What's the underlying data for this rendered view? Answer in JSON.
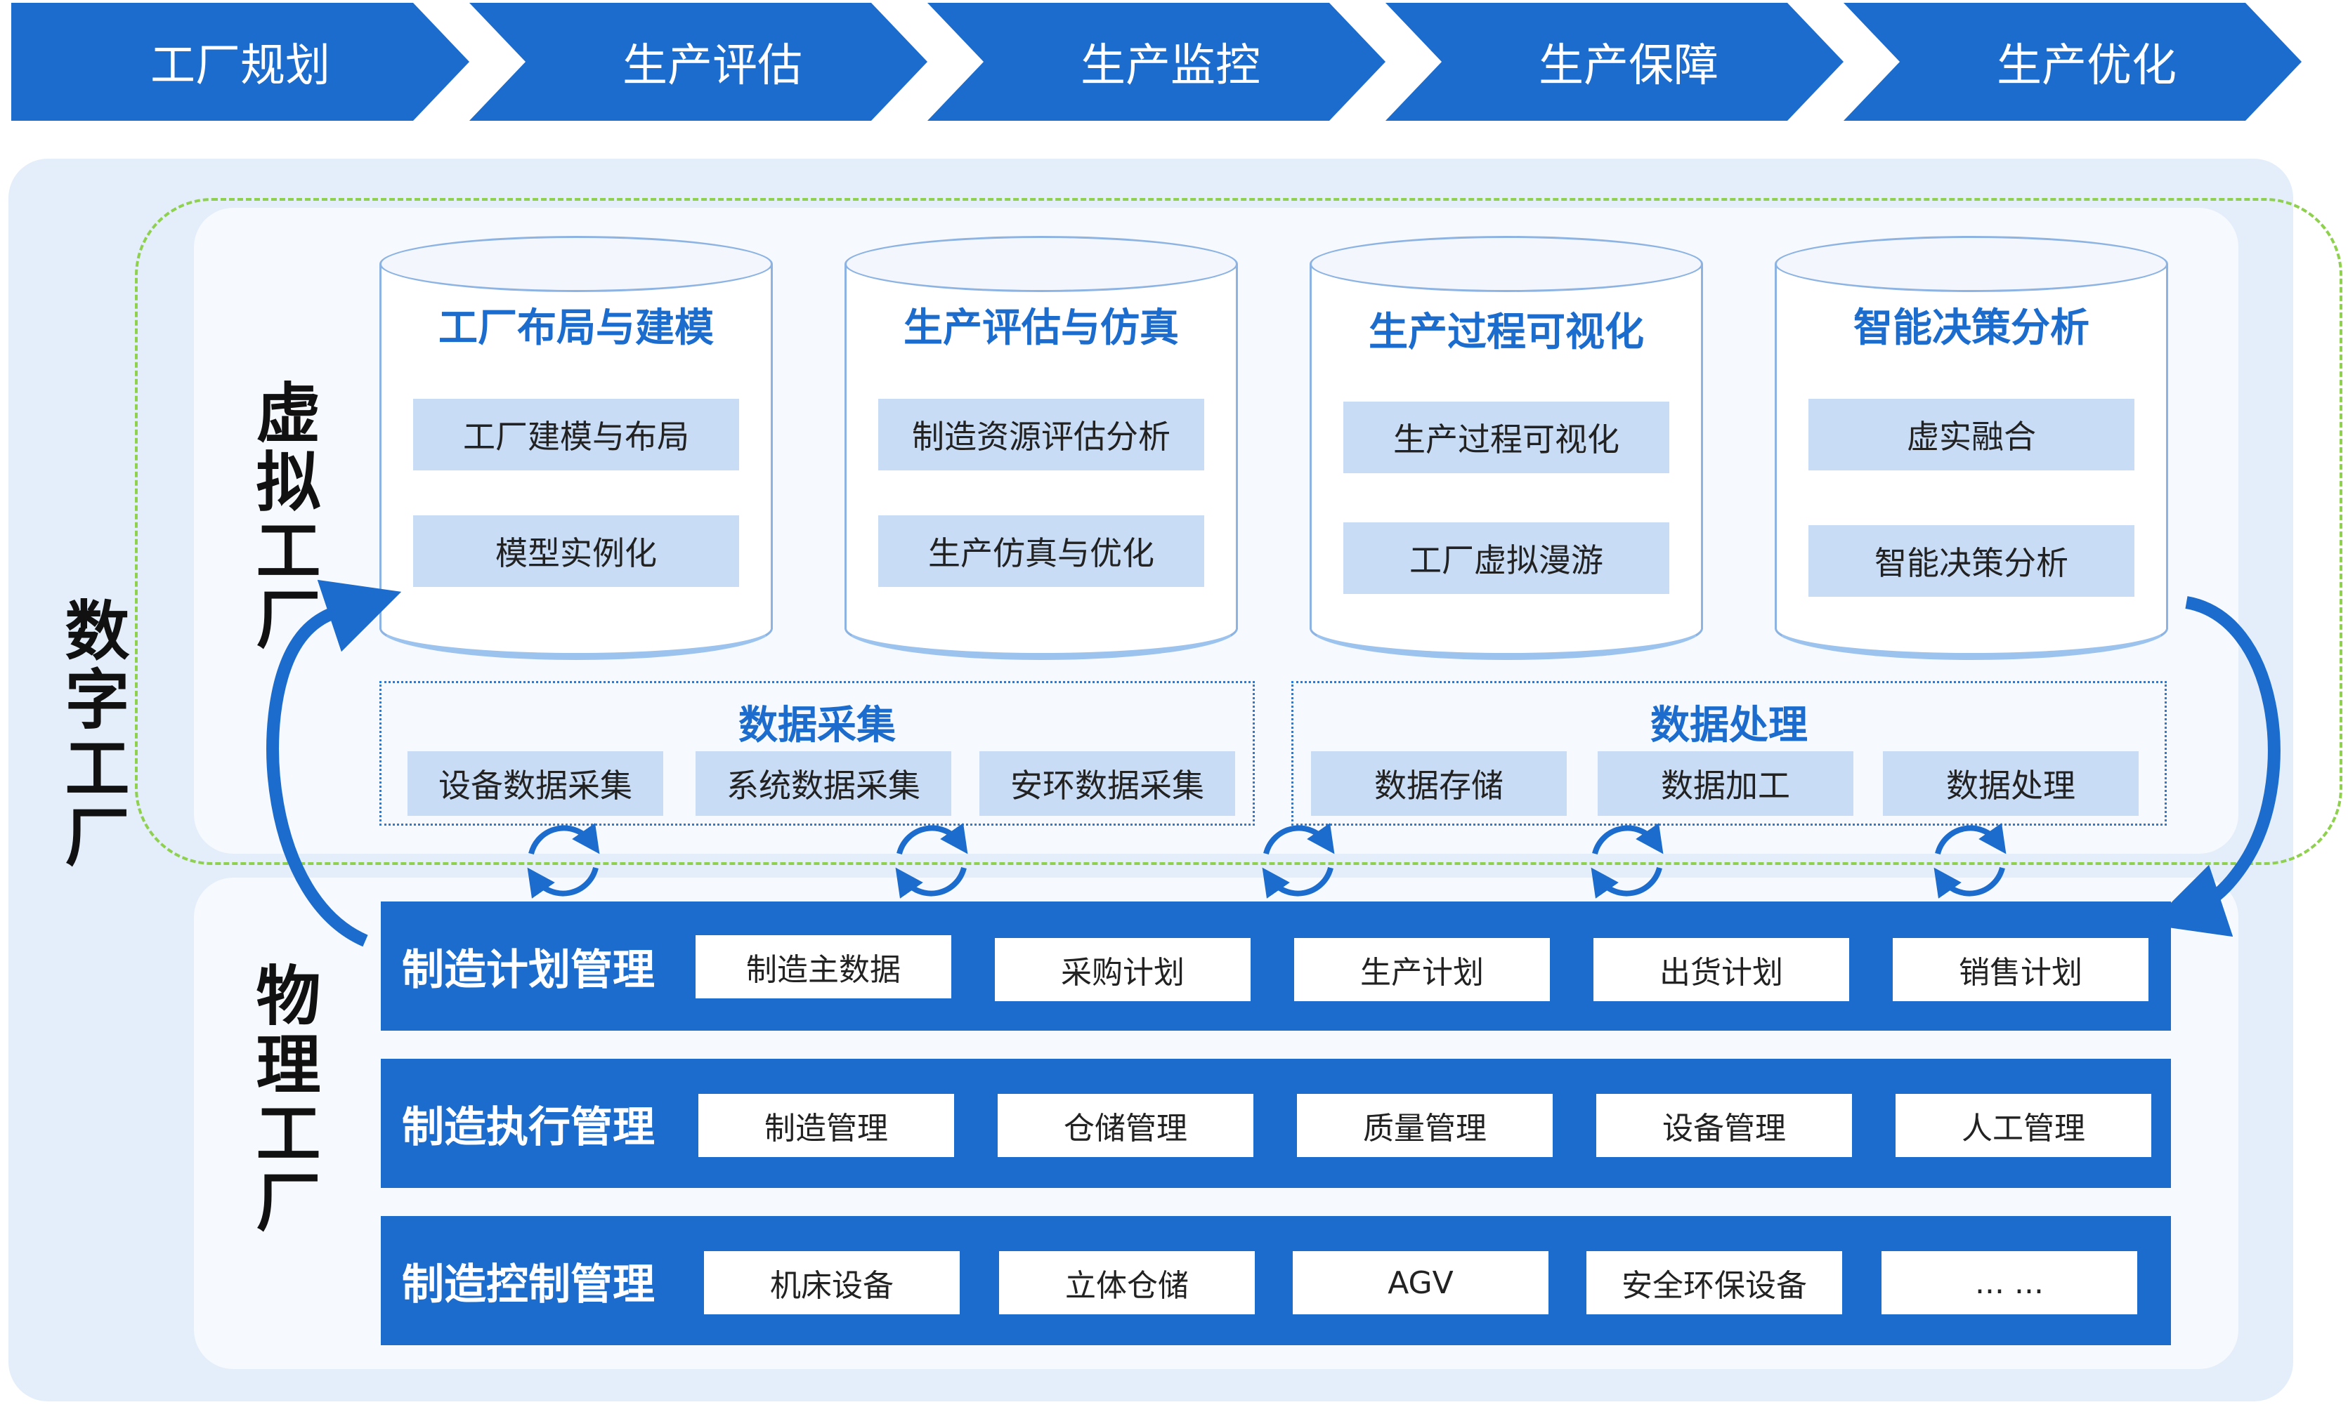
{
  "process_steps": [
    "工厂规划",
    "生产评估",
    "生产监控",
    "生产保障",
    "生产优化"
  ],
  "digital_factory_label": "数字工厂",
  "virtual_factory_label": "虚拟工厂",
  "physical_factory_label": "物理工厂",
  "modules": [
    {
      "title": "工厂布局与建模",
      "items": [
        "工厂建模与布局",
        "模型实例化"
      ]
    },
    {
      "title": "生产评估与仿真",
      "items": [
        "制造资源评估分析",
        "生产仿真与优化"
      ]
    },
    {
      "title": "生产过程可视化",
      "items": [
        "生产过程可视化",
        "工厂虚拟漫游"
      ]
    },
    {
      "title": "智能决策分析",
      "items": [
        "虚实融合",
        "智能决策分析"
      ]
    }
  ],
  "data_collection": {
    "title": "数据采集",
    "items": [
      "设备数据采集",
      "系统数据采集",
      "安环数据采集"
    ]
  },
  "data_processing": {
    "title": "数据处理",
    "items": [
      "数据存储",
      "数据加工",
      "数据处理"
    ]
  },
  "physical_rows": [
    {
      "label": "制造计划管理",
      "items": [
        "制造主数据",
        "采购计划",
        "生产计划",
        "出货计划",
        "销售计划"
      ]
    },
    {
      "label": "制造执行管理",
      "items": [
        "制造管理",
        "仓储管理",
        "质量管理",
        "设备管理",
        "人工管理"
      ]
    },
    {
      "label": "制造控制管理",
      "items": [
        "机床设备",
        "立体仓储",
        "AGV",
        "安全环保设备",
        "... ..."
      ]
    }
  ],
  "colors": {
    "primary": "#1b6ccd",
    "light_item": "#c9dcf5",
    "panel": "#e3eefa",
    "dashed": "#8fd14f"
  },
  "icons": [
    "sync-cycle-icon",
    "flow-arrow-icon"
  ]
}
